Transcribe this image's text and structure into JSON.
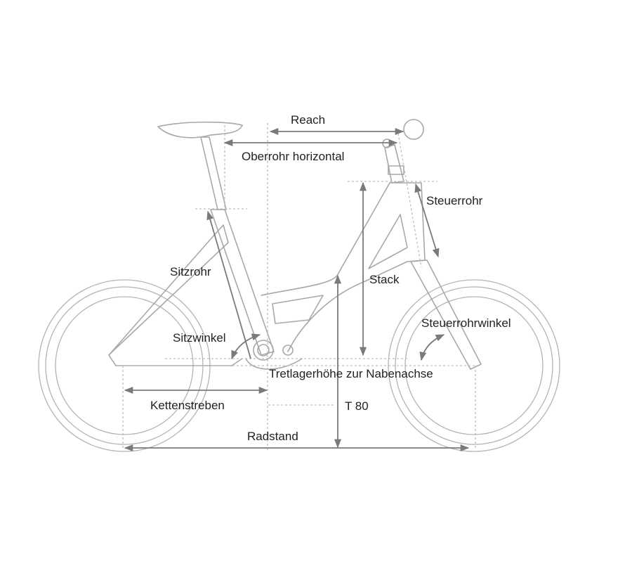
{
  "labels": {
    "reach": "Reach",
    "top_tube": "Oberrohr horizontal",
    "head_tube": "Steuerrohr",
    "stack": "Stack",
    "seat_tube": "Sitzrohr",
    "seat_angle": "Sitzwinkel",
    "head_angle": "Steuerrohrwinkel",
    "bb_drop": "Tretlagerhöhe zur Nabenachse",
    "chainstays": "Kettenstreben",
    "size": "T 80",
    "wheelbase": "Radstand"
  },
  "colors": {
    "line": "#a8a8a8",
    "dimension": "#7a7a7a",
    "text": "#222222"
  }
}
